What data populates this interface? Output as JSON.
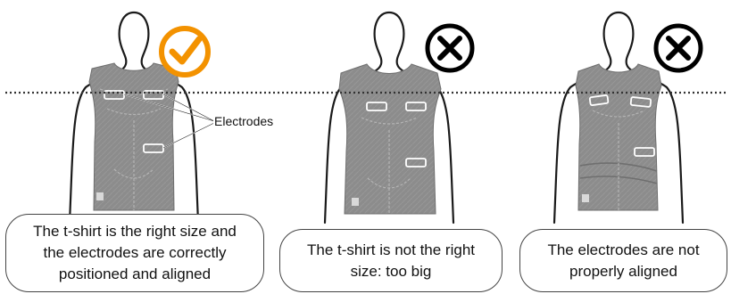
{
  "colors": {
    "ok": "#f39200",
    "shirt": "#8c8c8c",
    "outline": "#1a1a1a"
  },
  "icons": {
    "correct": "checkmark-circle-icon",
    "incorrect": "x-circle-icon"
  },
  "callout": {
    "label": "Electrodes"
  },
  "panels": [
    {
      "caption_lines": [
        "The t-shirt is the right size and",
        "the electrodes are correctly",
        "positioned and aligned"
      ]
    },
    {
      "caption_lines": [
        "The t-shirt is not the right",
        "size: too big"
      ]
    },
    {
      "caption_lines": [
        "The electrodes are not",
        "properly aligned"
      ]
    }
  ]
}
